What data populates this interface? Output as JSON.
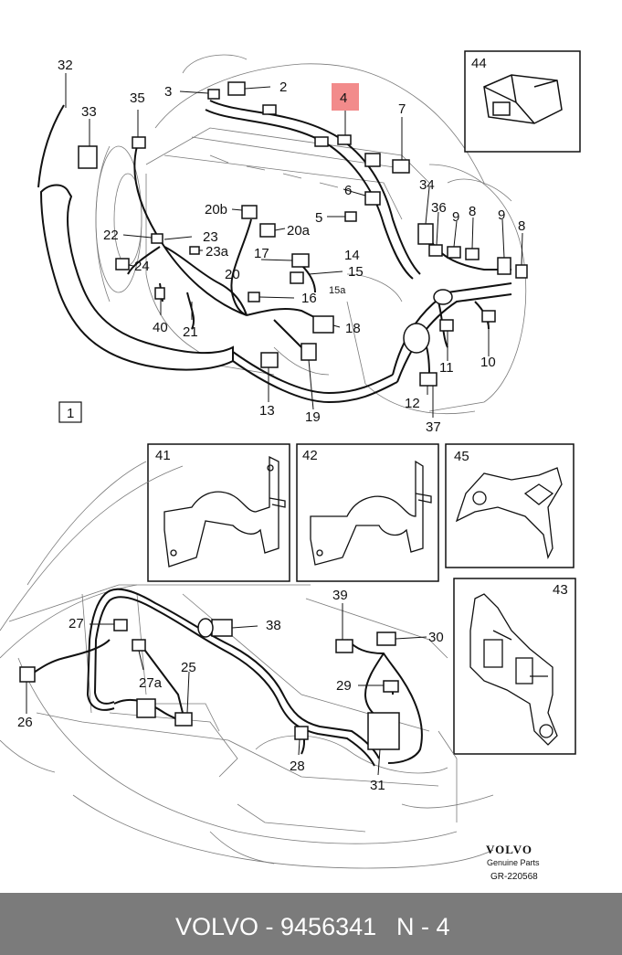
{
  "diagram": {
    "labels": [
      "32",
      "33",
      "35",
      "3",
      "2",
      "4",
      "7",
      "34",
      "36",
      "9",
      "8",
      "9",
      "8",
      "6",
      "5",
      "20b",
      "20a",
      "22",
      "23",
      "23a",
      "24",
      "17",
      "14",
      "15",
      "15a",
      "20",
      "16",
      "40",
      "21",
      "18",
      "11",
      "10",
      "13",
      "19",
      "12",
      "37",
      "1",
      "27",
      "38",
      "39",
      "30",
      "27a",
      "25",
      "29",
      "26",
      "28",
      "31"
    ],
    "highlight_label": "4",
    "highlight_color": "#f28b8b",
    "inset_boxes": [
      "44",
      "41",
      "42",
      "45",
      "43"
    ],
    "logo": "VOLVO",
    "caption": "Genuine Parts",
    "reference": "GR-220568"
  },
  "footer": {
    "brand_part": "VOLVO - 9456341",
    "section": "N - 4"
  }
}
